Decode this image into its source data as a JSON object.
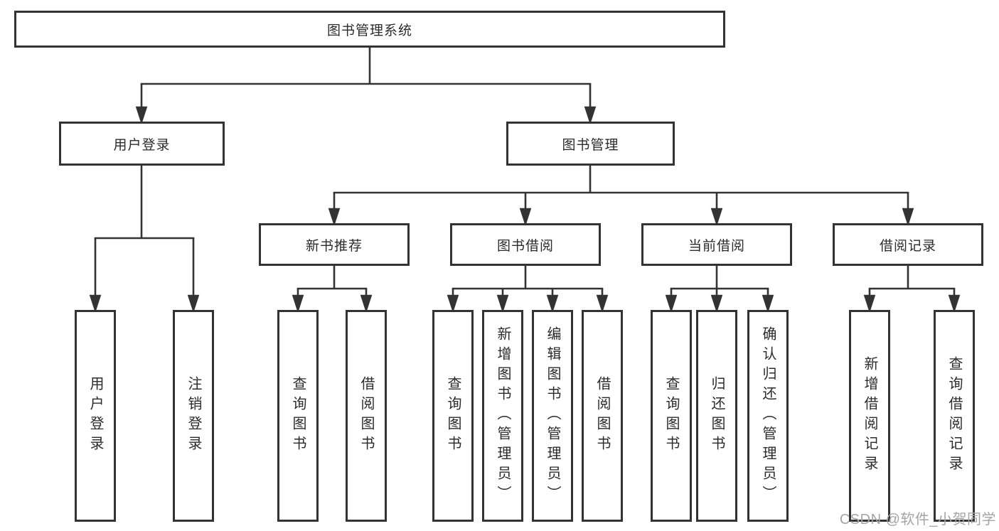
{
  "watermark": "CSDN @软件_小贺同学",
  "colors": {
    "line": "#333333",
    "box_border": "#333333",
    "background": "#ffffff",
    "watermark_gray": "#a5a5a5"
  },
  "tree": {
    "root": {
      "label": "图书管理系统",
      "children": [
        {
          "label": "用户登录",
          "children": [
            {
              "label": "用户登录"
            },
            {
              "label": "注销登录"
            }
          ]
        },
        {
          "label": "图书管理",
          "children": [
            {
              "label": "新书推荐",
              "children": [
                {
                  "label": "查询图书"
                },
                {
                  "label": "借阅图书"
                }
              ]
            },
            {
              "label": "图书借阅",
              "children": [
                {
                  "label": "查询图书"
                },
                {
                  "label": "新增图书（管理员）"
                },
                {
                  "label": "编辑图书（管理员）"
                },
                {
                  "label": "借阅图书"
                }
              ]
            },
            {
              "label": "当前借阅",
              "children": [
                {
                  "label": "查询图书"
                },
                {
                  "label": "归还图书"
                },
                {
                  "label": "确认归还（管理员）"
                }
              ]
            },
            {
              "label": "借阅记录",
              "children": [
                {
                  "label": "新增借阅记录"
                },
                {
                  "label": "查询借阅记录"
                }
              ]
            }
          ]
        }
      ]
    }
  }
}
